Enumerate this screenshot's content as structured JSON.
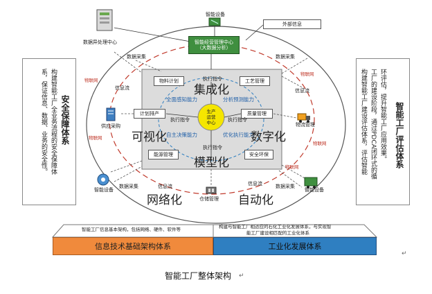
{
  "top_labels": {
    "smart_device": "智能设备",
    "data_center": "数据异处理中心",
    "external_info": "外部信息"
  },
  "center_top": {
    "line1": "智能经营管理中心",
    "line2": "（大数据分析）"
  },
  "inner_boxes": {
    "material_plan": "物料计划",
    "process_mgmt": "工艺管理",
    "plan_schedule": "计划排产",
    "quality_mgmt": "质量管理",
    "energy_mgmt": "能源管理",
    "safety_env": "安全环保"
  },
  "center_circle": {
    "line1": "生产",
    "line2": "运营",
    "line3": "中心"
  },
  "command_labels": {
    "top": "执行指令",
    "left": "执行指令",
    "right": "执行指令",
    "bottom": "执行指令"
  },
  "capabilities": {
    "perception": "全面感知能力",
    "prediction": "分析预测能力",
    "decision": "自主决策能力",
    "execution": "优化执行能力"
  },
  "big_words": {
    "integration": "集成化",
    "visual": "可视化",
    "digital": "数字化",
    "modular": "模型化",
    "network": "网络化",
    "automation": "自动化"
  },
  "flow_labels": {
    "data_collect_tl": "数据采集",
    "data_collect_tr": "数据采集",
    "data_collect_bl": "数据采集",
    "data_collect_br": "数据采集",
    "info_flow_l": "信息流",
    "info_flow_r": "信息流",
    "info_flow_bl": "信息流",
    "info_flow_br": "信息流"
  },
  "iot_labels": {
    "a": "物联网",
    "b": "物联网",
    "c": "物联网",
    "d": "物联网",
    "e": "物联网"
  },
  "peripheral": {
    "supply": "供应采购",
    "logistics": "物流管理",
    "smart_dev_bl": "智能设备",
    "warehouse": "仓储管理",
    "smart_dev_br": "智能设备"
  },
  "left_panel": {
    "title": "安全保障体系",
    "lines": [
      "构建智能工厂全业务流程的安全保障体",
      "系，保证信息、数据、业务的安全性。"
    ]
  },
  "right_panel": {
    "title": "智能工厂评估体系",
    "lines": [
      "构建智能工厂建设评估体系，评估智能",
      "工厂的建设阶段，通过PDCA闭环式的循",
      "环评估，提升智能工厂应用效果。"
    ]
  },
  "bottom_text": {
    "left": "智能工厂信息基本架构，包括网络、硬件、软件等",
    "right_line1": "构建与智能工厂相适应的石化工业化发展体系，与实现智",
    "right_line2": "能工厂建设相匹配的工业化体系"
  },
  "bottom_bars": {
    "it": "信息技术基础架构体系",
    "industry": "工业化发展体系"
  },
  "caption": "智能工厂整体架构",
  "colors": {
    "orange": "#f08a3c",
    "blue": "#2f7fc1",
    "green": "#3f8f3f",
    "red": "#c0392b"
  }
}
